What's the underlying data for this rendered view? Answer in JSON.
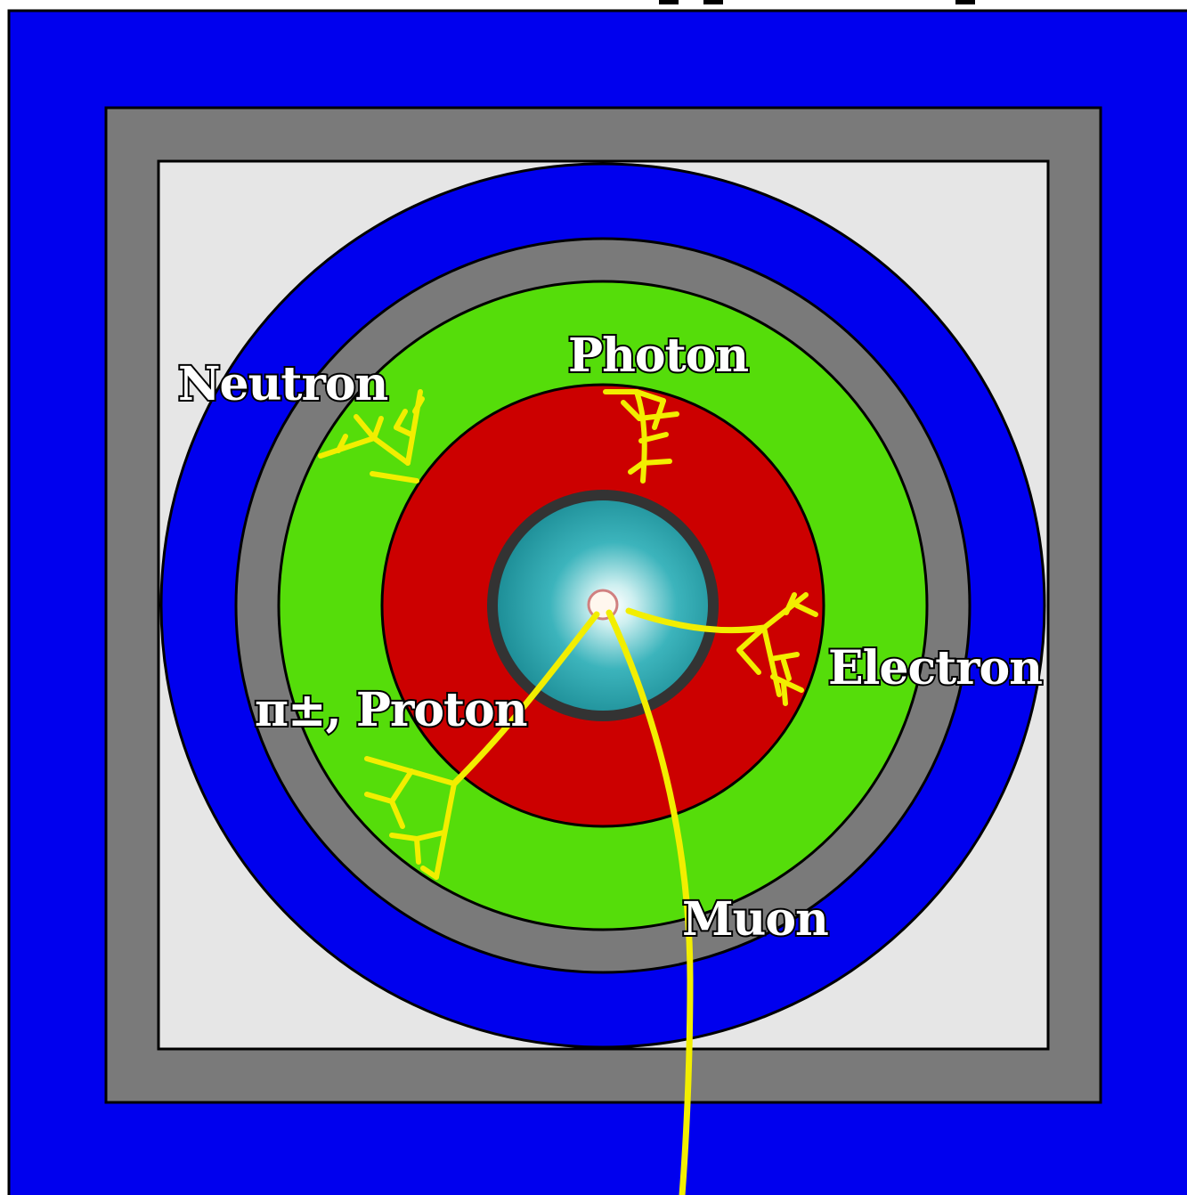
{
  "labels": {
    "photon": "Photon",
    "neutron": "Neutron",
    "electron": "Electron",
    "pion_proton": "π±, Proton",
    "muon": "Muon"
  },
  "colors": {
    "outer_blue": "#0000ee",
    "steel_gray": "#7a7a7a",
    "light_gray": "#e6e6e6",
    "hcal_green": "#55dd0a",
    "ecal_red": "#cc0000",
    "tracker_ring": "#333333",
    "tracker_teal": "#2aa8b0",
    "track_yellow": "#f2ee00"
  }
}
